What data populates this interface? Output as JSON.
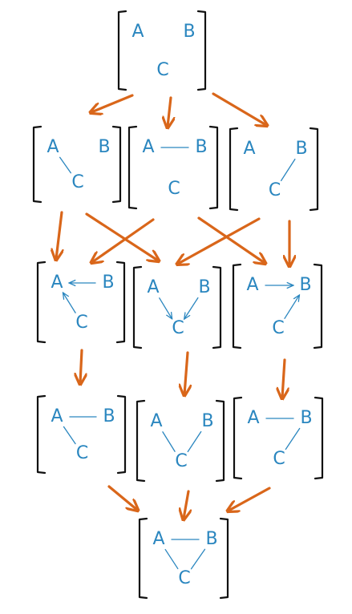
{
  "labels": {
    "a": "A",
    "b": "B",
    "c": "C"
  },
  "colors": {
    "letter": "#2a86bf",
    "bracket": "#111111",
    "edge": "#2a86bf",
    "arrow": "#d9661a",
    "background": "#ffffff"
  },
  "nodes": [
    {
      "id": "top",
      "edges": []
    },
    {
      "id": "row1-left",
      "edges": [
        {
          "from": "a",
          "to": "c",
          "kind": "line"
        }
      ]
    },
    {
      "id": "row1-center",
      "edges": [
        {
          "from": "a",
          "to": "b",
          "kind": "line"
        }
      ]
    },
    {
      "id": "row1-right",
      "edges": [
        {
          "from": "b",
          "to": "c",
          "kind": "line"
        }
      ]
    },
    {
      "id": "row2-left",
      "edges": [
        {
          "from": "b",
          "to": "a",
          "kind": "arrow"
        },
        {
          "from": "c",
          "to": "a",
          "kind": "arrow"
        }
      ]
    },
    {
      "id": "row2-center",
      "edges": [
        {
          "from": "a",
          "to": "c",
          "kind": "arrow"
        },
        {
          "from": "b",
          "to": "c",
          "kind": "arrow"
        }
      ]
    },
    {
      "id": "row2-right",
      "edges": [
        {
          "from": "a",
          "to": "b",
          "kind": "arrow"
        },
        {
          "from": "c",
          "to": "b",
          "kind": "arrow"
        }
      ]
    },
    {
      "id": "row3-left",
      "edges": [
        {
          "from": "a",
          "to": "b",
          "kind": "line"
        },
        {
          "from": "a",
          "to": "c",
          "kind": "line"
        }
      ]
    },
    {
      "id": "row3-center",
      "edges": [
        {
          "from": "a",
          "to": "c",
          "kind": "line"
        },
        {
          "from": "b",
          "to": "c",
          "kind": "line"
        }
      ]
    },
    {
      "id": "row3-right",
      "edges": [
        {
          "from": "a",
          "to": "b",
          "kind": "line"
        },
        {
          "from": "b",
          "to": "c",
          "kind": "line"
        }
      ]
    },
    {
      "id": "bottom",
      "edges": [
        {
          "from": "a",
          "to": "b",
          "kind": "line"
        },
        {
          "from": "a",
          "to": "c",
          "kind": "line"
        },
        {
          "from": "b",
          "to": "c",
          "kind": "line"
        }
      ]
    }
  ],
  "transitions": [
    {
      "from": "top",
      "to": "row1-left"
    },
    {
      "from": "top",
      "to": "row1-center"
    },
    {
      "from": "top",
      "to": "row1-right"
    },
    {
      "from": "row1-left",
      "to": "row2-left"
    },
    {
      "from": "row1-left",
      "to": "row2-center"
    },
    {
      "from": "row1-center",
      "to": "row2-left"
    },
    {
      "from": "row1-center",
      "to": "row2-right"
    },
    {
      "from": "row1-right",
      "to": "row2-center"
    },
    {
      "from": "row1-right",
      "to": "row2-right"
    },
    {
      "from": "row2-left",
      "to": "row3-left"
    },
    {
      "from": "row2-center",
      "to": "row3-center"
    },
    {
      "from": "row2-right",
      "to": "row3-right"
    },
    {
      "from": "row3-left",
      "to": "bottom"
    },
    {
      "from": "row3-center",
      "to": "bottom"
    },
    {
      "from": "row3-right",
      "to": "bottom"
    }
  ]
}
